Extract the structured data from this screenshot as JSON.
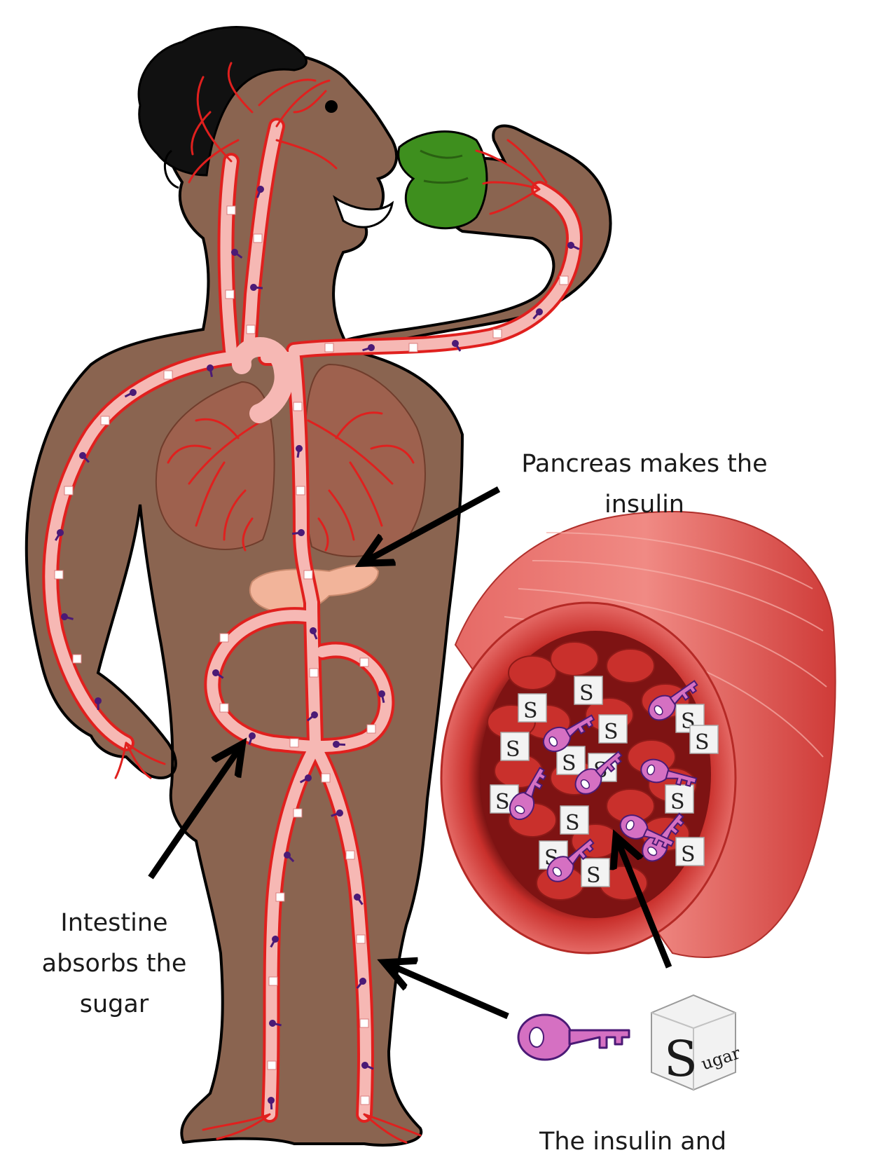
{
  "labels": {
    "pancreas": "Pancreas makes the\ninsulin",
    "intestine": "Intestine\nabsorbs the\nsugar",
    "bottom": "The insulin and"
  },
  "sugar_cube_letter": "S",
  "sugar_cube_word": "ugar",
  "colors": {
    "skin": "#8a6450",
    "hair": "#111111",
    "vessel_red": "#e0201e",
    "vessel_fill": "#f6b8b4",
    "insulin_key_dark": "#4b1a76",
    "insulin_key_pink": "#d570c2",
    "apple_green": "#3e8f1e",
    "lung": "#a0614e",
    "pancreas": "#f2b49a",
    "vessel_tube": "#dc4a4a"
  }
}
